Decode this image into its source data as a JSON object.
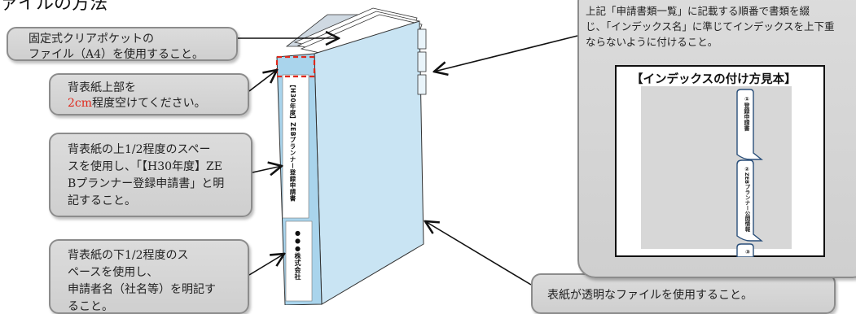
{
  "colors": {
    "highlight_red": "#e0281b",
    "spine_blue": "#a9d4ec",
    "callout_fill": "#d4d4d4"
  },
  "header": {
    "title_fragment": "ァイルの方法"
  },
  "callouts": {
    "pocket_file": {
      "lines": [
        "固定式クリアポケットの",
        "ファイル（A4）を使用すること。"
      ]
    },
    "spine_top": {
      "line1": "背表紙上部を",
      "highlight": "2cm",
      "line2_rest": "程度空けてください。"
    },
    "spine_upper": {
      "lines": [
        "背表紙の上1/2程度のスペー",
        "スを使用し、「【H30年度】ZE",
        "Bプランナー登録申請書」と明",
        "記すること。"
      ]
    },
    "spine_lower": {
      "lines": [
        "背表紙の下1/2程度のス",
        "ペースを使用し、",
        "申請者名（社名等）を明記す",
        "ること。"
      ]
    },
    "transparent_cover": {
      "text": "表紙が透明なファイルを使用すること。"
    },
    "index_order": {
      "lines": [
        "上記「申請書類一覧」に記載する順番で書類を綴",
        "じ、「インデックス名」に準じてインデックスを上下重",
        "ならないように付けること。"
      ]
    }
  },
  "spine": {
    "upper_text": "【H30年度】ZEBプランナー登録申請書",
    "lower_text": "●●●株式会社"
  },
  "index_sample": {
    "title": "【インデックスの付け方見本】",
    "tabs": [
      "①登録申請書",
      "②ZEBプランナー公開情報",
      "③"
    ]
  }
}
